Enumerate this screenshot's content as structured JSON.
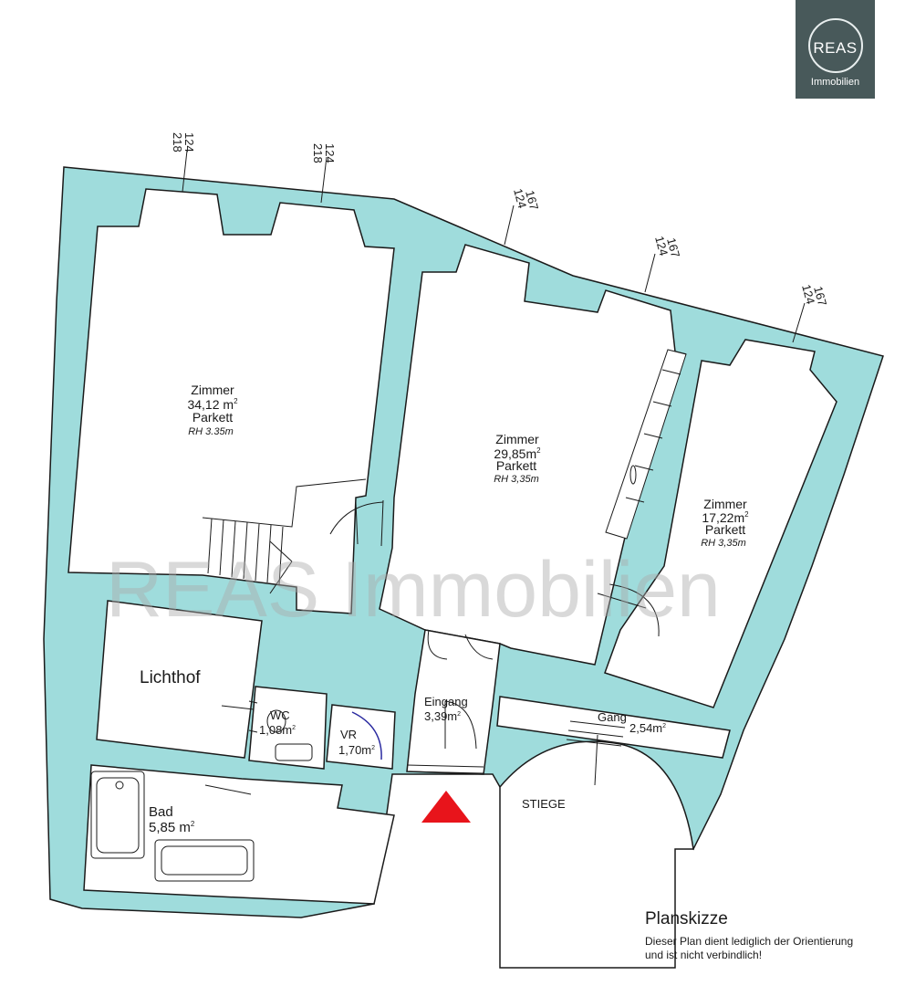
{
  "logo": {
    "brand": "REAS",
    "sub": "Immobilien"
  },
  "watermark": "REAS Immobilien",
  "rooms": [
    {
      "id": "zimmer-1",
      "name": "Zimmer",
      "area": "34,12 m",
      "unit_sup": "2",
      "floor": "Parkett",
      "height": "RH 3.35m"
    },
    {
      "id": "zimmer-2",
      "name": "Zimmer",
      "area": "29,85m",
      "unit_sup": "2",
      "floor": "Parkett",
      "height": "RH 3,35m"
    },
    {
      "id": "zimmer-3",
      "name": "Zimmer",
      "area": "17,22m",
      "unit_sup": "2",
      "floor": "Parkett",
      "height": "RH 3,35m"
    }
  ],
  "lichthof": "Lichthof",
  "small_rooms": [
    {
      "id": "wc",
      "name": "WC",
      "area": "1,08m",
      "unit_sup": "2"
    },
    {
      "id": "vr",
      "name": "VR",
      "area": "1,70m",
      "unit_sup": "2"
    },
    {
      "id": "eingang",
      "name": "Eingang",
      "area": "3,39m",
      "unit_sup": "2"
    },
    {
      "id": "gang",
      "name": "Gang",
      "area": "2,54m",
      "unit_sup": "2"
    },
    {
      "id": "bad",
      "name": "Bad",
      "area": "5,85 m",
      "unit_sup": "2"
    }
  ],
  "stiege": "STIEGE",
  "windows": [
    {
      "top": "124",
      "bottom": "218"
    },
    {
      "top": "124",
      "bottom": "218"
    },
    {
      "top": "124",
      "bottom": "167"
    },
    {
      "top": "124",
      "bottom": "167"
    },
    {
      "top": "124",
      "bottom": "167"
    }
  ],
  "legend": {
    "title": "Planskizze",
    "line1": "Dieser Plan dient lediglich der Orientierung",
    "line2": "und ist nicht verbindlich!"
  },
  "colors": {
    "wall": "#9fdcdc",
    "line": "#1a1a1a",
    "entrance_marker": "#e8141b",
    "logo_bg": "#48595a"
  }
}
